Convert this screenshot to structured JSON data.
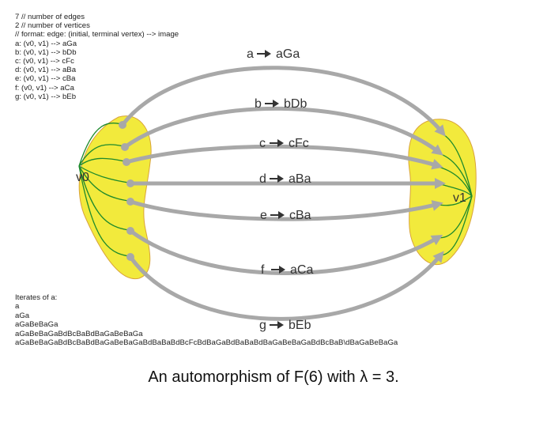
{
  "spec": {
    "lines": [
      "7 // number of edges",
      "2 // number of vertices",
      "// format: edge: (initial, terminal vertex) --> image",
      "a: (v0, v1) --> aGa",
      "b: (v0, v1) --> bDb",
      "c: (v0, v1) --> cFc",
      "d: (v0, v1) --> aBa",
      "e: (v0, v1) --> cBa",
      "f: (v0, v1) --> aCa",
      "g: (v0, v1) --> bEb"
    ]
  },
  "vertices": {
    "v0": "v0",
    "v1": "v1"
  },
  "edges": [
    {
      "from": "a",
      "to": "aGa"
    },
    {
      "from": "b",
      "to": "bDb"
    },
    {
      "from": "c",
      "to": "cFc"
    },
    {
      "from": "d",
      "to": "aBa"
    },
    {
      "from": "e",
      "to": "cBa"
    },
    {
      "from": "f",
      "to": "aCa"
    },
    {
      "from": "g",
      "to": "bEb"
    }
  ],
  "iterates": {
    "title": "Iterates of a:",
    "lines": [
      "a",
      "aGa",
      "aGaBeBaGa",
      "aGaBeBaGaBdBcBaBdBaGaBeBaGa",
      "aGaBeBaGaBdBcBaBdBaGaBeBaGaBdBaBaBdBcFcBdBaGaBdBaBaBdBaGaBeBaGaBdBcBaB\\dBaGaBeBaGa"
    ]
  },
  "caption": "An automorphism of F(6) with λ = 3.",
  "colors": {
    "vertex_fill": "#f2ea3c",
    "vertex_stroke": "#d9a33a",
    "edge_gray": "#a8a8a8",
    "curve_green": "#1e8a2c"
  }
}
